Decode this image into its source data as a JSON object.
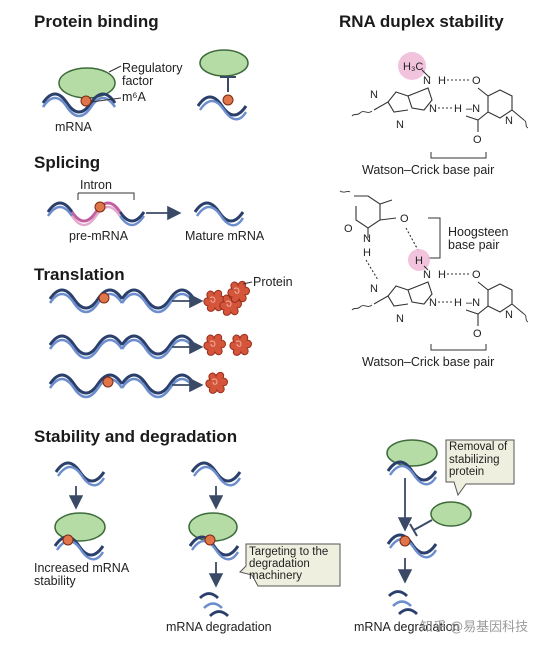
{
  "colors": {
    "rna_dark": "#2b3f6c",
    "rna_light": "#6d8ecd",
    "intron": "#c2609f",
    "factor_fill": "#b6dca6",
    "factor_stroke": "#3d6b3a",
    "m6a_dot": "#e0754a",
    "protein": "#d4553a",
    "callout_fill": "#efefdf",
    "highlight": "#f0b9d6"
  },
  "protein_binding": {
    "title": "Protein binding",
    "factor_label": "Regulatory factor",
    "m6a_label": "m⁶A",
    "mrna_label": "mRNA"
  },
  "splicing": {
    "title": "Splicing",
    "intron_label": "Intron",
    "pre_label": "pre-mRNA",
    "mature_label": "Mature mRNA"
  },
  "translation": {
    "title": "Translation",
    "protein_label": "Protein"
  },
  "stability": {
    "title": "Stability and degradation",
    "increased_label": "Increased mRNA stability",
    "targeting_label": "Targeting to the degradation machinery",
    "degradation_label_1": "mRNA degradation",
    "removal_label": "Removal of stabilizing protein",
    "degradation_label_2": "mRNA degradation"
  },
  "duplex": {
    "title": "RNA duplex stability",
    "h3c": "H₃C",
    "wc_label_1": "Watson–Crick base pair",
    "hoogsteen_label": "Hoogsteen base pair",
    "wc_label_2": "Watson–Crick base pair"
  },
  "watermark": "知乎 @易基因科技"
}
